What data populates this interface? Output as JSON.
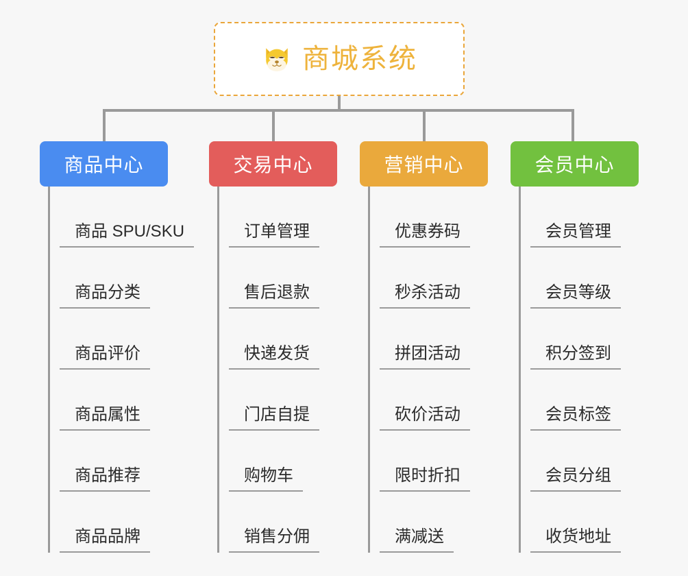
{
  "page": {
    "background_color": "#f7f7f7",
    "diagram_type": "organization-tree"
  },
  "root": {
    "icon": "shiba-dog-face-icon",
    "emoji": "🐶",
    "title": "商城系统",
    "text_color": "#eeb33c",
    "border_color": "#eaa63a",
    "background_color": "#ffffff"
  },
  "connector": {
    "color": "#9a9a9a"
  },
  "columns": [
    {
      "id": "product-center",
      "header": "商品中心",
      "color": "#4a8cf0",
      "items": [
        "商品 SPU/SKU",
        "商品分类",
        "商品评价",
        "商品属性",
        "商品推荐",
        "商品品牌"
      ]
    },
    {
      "id": "trade-center",
      "header": "交易中心",
      "color": "#e35d5b",
      "items": [
        "订单管理",
        "售后退款",
        "快递发货",
        "门店自提",
        "购物车",
        "销售分佣"
      ]
    },
    {
      "id": "marketing-center",
      "header": "营销中心",
      "color": "#eaa93c",
      "items": [
        "优惠券码",
        "秒杀活动",
        "拼团活动",
        "砍价活动",
        "限时折扣",
        "满减送"
      ]
    },
    {
      "id": "member-center",
      "header": "会员中心",
      "color": "#72c13f",
      "items": [
        "会员管理",
        "会员等级",
        "积分签到",
        "会员标签",
        "会员分组",
        "收货地址"
      ]
    }
  ]
}
